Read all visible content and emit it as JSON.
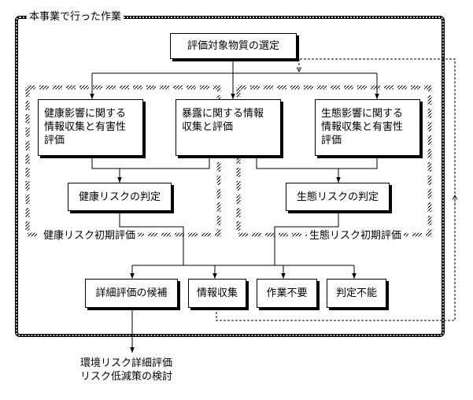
{
  "frame": {
    "title": "本事業で行った作業"
  },
  "boxes": {
    "selection": "評価対象物質の選定",
    "health_info": "健康影響に関する\n情報収集と有害性\n評価",
    "exposure_info": "暴露に関する情報\n収集と評価",
    "eco_info": "生態影響に関する\n情報収集と有害性\n評価",
    "health_risk": "健康リスクの判定",
    "eco_risk": "生態リスクの判定",
    "detail_candidate": "詳細評価の候補",
    "info_collect": "情報収集",
    "no_work": "作業不要",
    "undeterminable": "判定不能"
  },
  "groups": {
    "health_initial": "健康リスク初期評価",
    "eco_initial": "生態リスク初期評価"
  },
  "output": "環境リスク詳細評価\nリスク低減策の検討"
}
